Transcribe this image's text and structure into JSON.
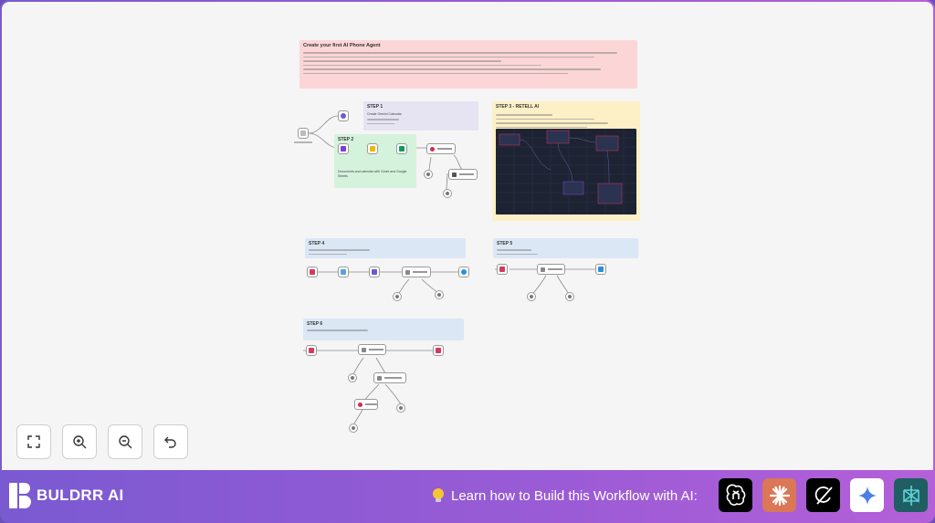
{
  "brand": {
    "name": "BULDRR AI"
  },
  "footer": {
    "bulb_icon": "lightbulb-icon",
    "learn_text": "Learn how to Build this Workflow with AI:"
  },
  "ai_tools": [
    {
      "name": "ChatGPT",
      "icon": "chatgpt-icon",
      "bg": "#000000"
    },
    {
      "name": "Claude",
      "icon": "claude-icon",
      "bg": "#d97757"
    },
    {
      "name": "Grok",
      "icon": "grok-icon",
      "bg": "#000000"
    },
    {
      "name": "Gemini",
      "icon": "gemini-icon",
      "bg": "#ffffff"
    },
    {
      "name": "Perplexity",
      "icon": "perplexity-icon",
      "bg": "#1f5f63"
    }
  ],
  "controls": [
    {
      "name": "fit-view-button",
      "icon": "fullscreen-icon"
    },
    {
      "name": "zoom-in-button",
      "icon": "zoom-in-icon"
    },
    {
      "name": "zoom-out-button",
      "icon": "zoom-out-icon"
    },
    {
      "name": "reset-button",
      "icon": "undo-icon"
    }
  ],
  "canvas": {
    "intro_note": {
      "title": "Create your first AI Phone Agent",
      "color": "#fcd6d6"
    },
    "notes": [
      {
        "id": "step1",
        "title": "STEP 1",
        "subtitle": "Create Gemini Calendar",
        "color": "#e6e3f3"
      },
      {
        "id": "step2",
        "title": "STEP 2",
        "subtitle": "Documents and calendar with Gmini and Google Sheets",
        "color": "#d5f2dd"
      },
      {
        "id": "step3",
        "title": "STEP 3 - RETELL AI",
        "color": "#fdf0c6"
      },
      {
        "id": "step4",
        "title": "STEP 4",
        "color": "#dbe7f5"
      },
      {
        "id": "step5",
        "title": "STEP 5",
        "color": "#dbe7f5"
      },
      {
        "id": "step6",
        "title": "STEP 6",
        "color": "#dbe7f5"
      }
    ]
  },
  "colors": {
    "accent": "#7a5ad1",
    "canvas_bg": "#f5f5f5"
  }
}
